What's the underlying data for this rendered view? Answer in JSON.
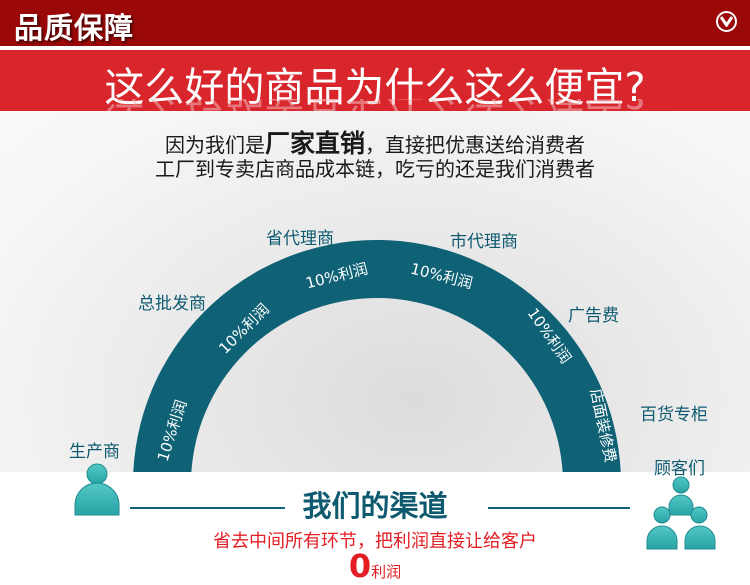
{
  "header": {
    "title": "品质保障",
    "toggle_icon": "chevron-down-circle-icon",
    "bg_color": "#9a0808"
  },
  "banner": {
    "headline": "这么好的商品为什么这么便宜?",
    "bg_color": "#d8262c"
  },
  "intro": {
    "line1_prefix": "因为我们是",
    "line1_emphasis": "厂家直销",
    "line1_suffix": "，直接把优惠送给消费者",
    "line2": "工厂到专卖店商品成本链，吃亏的还是我们消费者"
  },
  "arc": {
    "color": "#0f6175",
    "segments": [
      {
        "text": "10%利润"
      },
      {
        "text": "10%利润"
      },
      {
        "text": "10%利润"
      },
      {
        "text": "10%利润"
      },
      {
        "text": "10%利润"
      },
      {
        "text": "店面装修费"
      }
    ],
    "labels": {
      "producer": "生产商",
      "wholesaler": "总批发商",
      "provincial_agent": "省代理商",
      "city_agent": "市代理商",
      "advertising": "广告费",
      "department_store": "百货专柜",
      "customers": "顾客们"
    }
  },
  "footer": {
    "channel_title": "我们的渠道",
    "save_text": "省去中间所有环节，把利润直接让给客户",
    "zero_number": "0",
    "zero_text": "利润",
    "accent_color": "#e31e25",
    "teal_color": "#0e5a70"
  },
  "icons": {
    "producer": "person-icon",
    "customers": "people-group-icon"
  }
}
